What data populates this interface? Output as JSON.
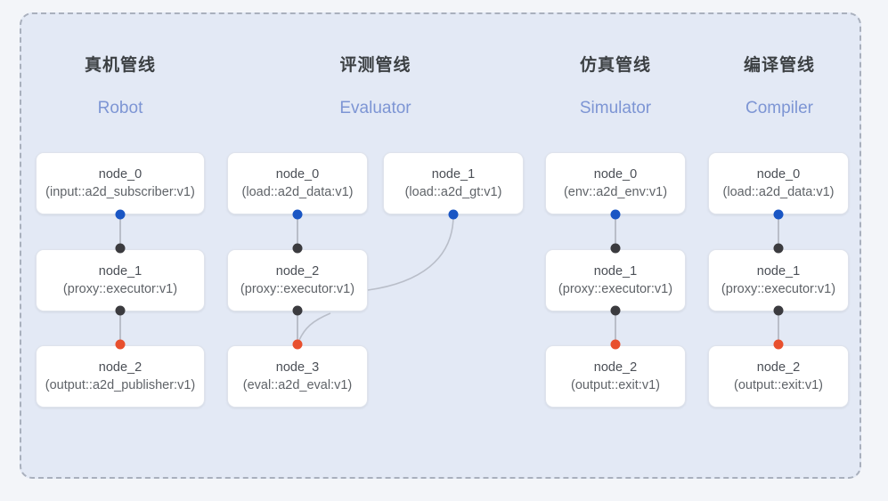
{
  "diagram": {
    "title_cn_columns": [
      "真机管线",
      "评测管线",
      "仿真管线",
      "编译管线"
    ],
    "colors": {
      "frame_border": "#a9b0bd",
      "frame_bg": "#e3e9f5",
      "page_bg": "#f3f5f9",
      "header_cn": "#3c4043",
      "header_en": "#7d95d4",
      "dot_blue": "#1a56c4",
      "dot_black": "#3b3b3f",
      "dot_red": "#e8502e",
      "edge_line": "#b9bec9",
      "node_bg": "#ffffff",
      "node_border": "#dfe3ec"
    },
    "columns": [
      {
        "id": "robot",
        "cn": "真机管线",
        "en": "Robot",
        "nodes": [
          {
            "name": "node_0",
            "spec": "(input::a2d_subscriber:v1)"
          },
          {
            "name": "node_1",
            "spec": "(proxy::executor:v1)"
          },
          {
            "name": "node_2",
            "spec": "(output::a2d_publisher:v1)"
          }
        ]
      },
      {
        "id": "evaluator",
        "cn": "评测管线",
        "en": "Evaluator",
        "nodes": [
          {
            "name": "node_0",
            "spec": "(load::a2d_data:v1)"
          },
          {
            "name": "node_2",
            "spec": "(proxy::executor:v1)"
          },
          {
            "name": "node_3",
            "spec": "(eval::a2d_eval:v1)"
          }
        ],
        "side_nodes": [
          {
            "name": "node_1",
            "spec": "(load::a2d_gt:v1)"
          }
        ]
      },
      {
        "id": "simulator",
        "cn": "仿真管线",
        "en": "Simulator",
        "nodes": [
          {
            "name": "node_0",
            "spec": "(env::a2d_env:v1)"
          },
          {
            "name": "node_1",
            "spec": "(proxy::executor:v1)"
          },
          {
            "name": "node_2",
            "spec": "(output::exit:v1)"
          }
        ]
      },
      {
        "id": "compiler",
        "cn": "编译管线",
        "en": "Compiler",
        "nodes": [
          {
            "name": "node_0",
            "spec": "(load::a2d_data:v1)"
          },
          {
            "name": "node_1",
            "spec": "(proxy::executor:v1)"
          },
          {
            "name": "node_2",
            "spec": "(output::exit:v1)"
          }
        ]
      }
    ]
  }
}
